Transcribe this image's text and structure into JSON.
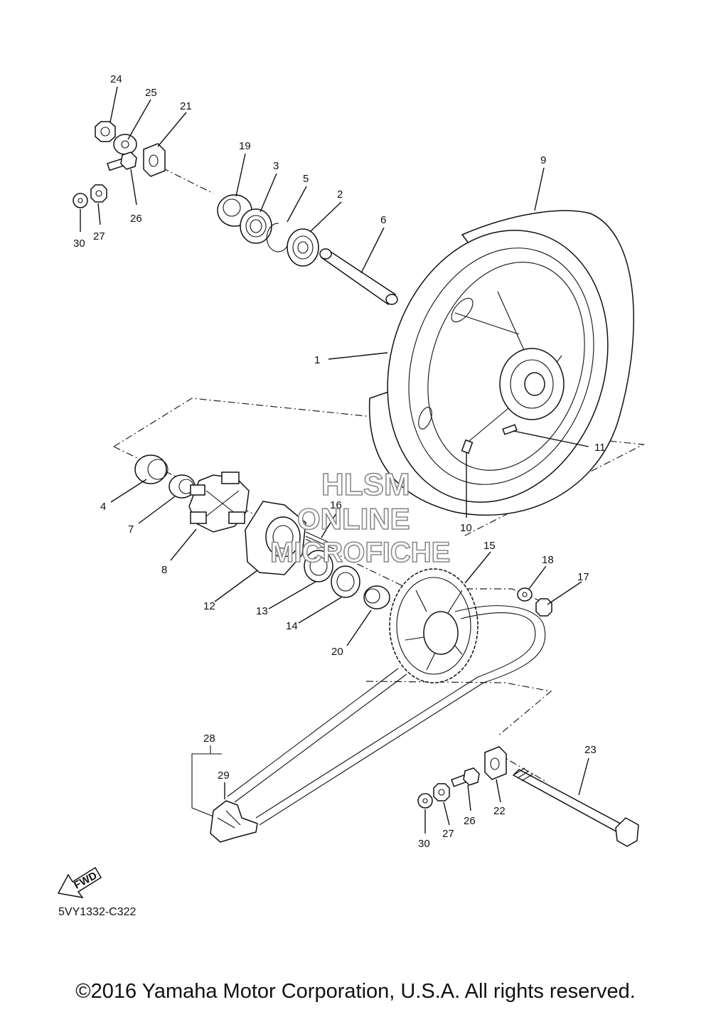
{
  "watermark": {
    "line1": "HLSM",
    "line2": "ONLINE",
    "line3": "MICROFICHE"
  },
  "diagram_code": "5VY1332-C322",
  "fwd_label": "FWD",
  "copyright": "©2016 Yamaha Motor Corporation, U.S.A. All rights reserved.",
  "callouts": [
    "24",
    "25",
    "21",
    "19",
    "3",
    "5",
    "2",
    "6",
    "9",
    "26",
    "27",
    "30",
    "1",
    "11",
    "10",
    "4",
    "7",
    "8",
    "16",
    "12",
    "13",
    "14",
    "15",
    "18",
    "17",
    "20",
    "28",
    "29",
    "23",
    "22",
    "26",
    "27",
    "30"
  ]
}
